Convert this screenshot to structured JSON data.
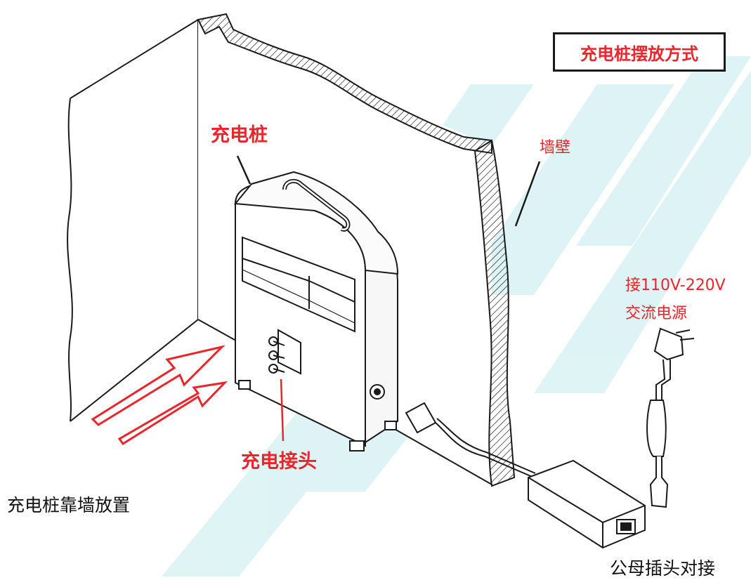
{
  "title": "充电桩摆放方式",
  "labels": {
    "charger": "充电桩",
    "wall": "墙壁",
    "power_line1": "接110V-220V",
    "power_line2": "交流电源",
    "connector": "充电接头",
    "placement": "充电桩靠墙放置",
    "plug_dock": "公母插头对接"
  },
  "colors": {
    "accent": "#e8262b",
    "line": "#1a1a1a",
    "watermark": "#cdeef0"
  }
}
